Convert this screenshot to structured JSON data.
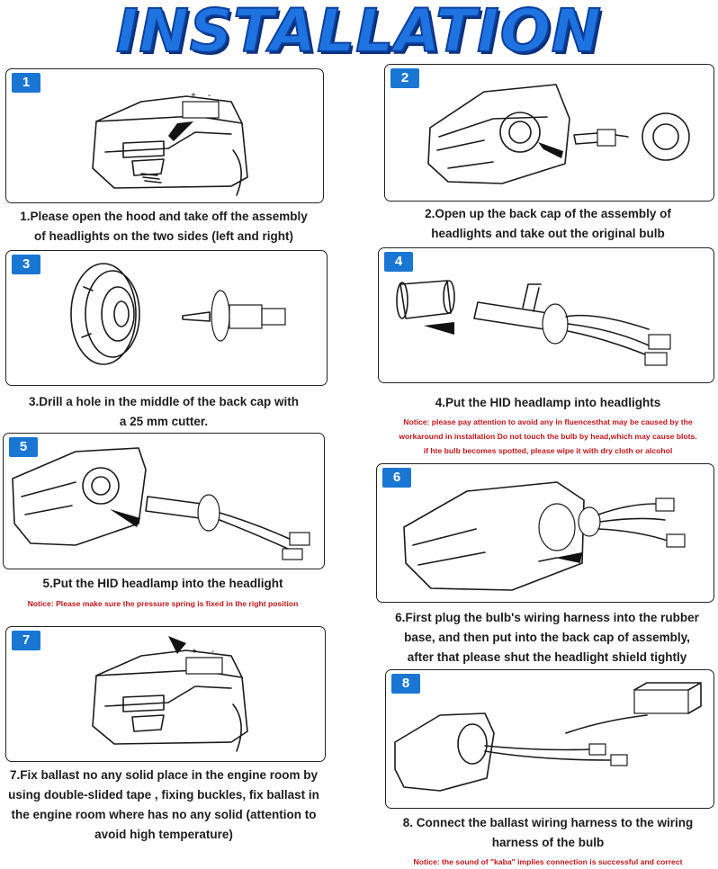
{
  "title": "INSTALLATION",
  "steps": [
    {
      "num": "1",
      "caption": [
        "1.Please open the hood and take off the assembly",
        "of headlights on the two sides (left and right)"
      ]
    },
    {
      "num": "2",
      "caption": [
        "2.Open up the back cap of the assembly of",
        "headlights and take out the original bulb"
      ]
    },
    {
      "num": "3",
      "caption": [
        "3.Drill a hole in the middle of the back cap with",
        "a 25 mm cutter."
      ]
    },
    {
      "num": "4",
      "caption": [
        "4.Put the HID headlamp into headlights"
      ],
      "notice": [
        "Notice:    please pay attention to avoid any in fluencesthat may be caused by the",
        "workaround in installation Do not touch the bulb by head,which may cause blots.",
        "if  hte bulb becomes spotted, please wipe it with dry cloth or alcohol"
      ]
    },
    {
      "num": "5",
      "caption": [
        "5.Put the HID headlamp into the headlight"
      ],
      "notice": [
        "Notice:    Please make sure the pressure spring is fixed in the right position"
      ]
    },
    {
      "num": "6",
      "caption": [
        "6.First plug the bulb's wiring harness into the rubber",
        "base, and then put into the back cap of assembly,",
        "after that please shut the headlight shield tightly"
      ]
    },
    {
      "num": "7",
      "caption": [
        "7.Fix ballast no any solid place in the engine room by",
        "using double-slided tape , fixing buckles, fix ballast in",
        "the engine room where has no any solid (attention to",
        "avoid high temperature)"
      ]
    },
    {
      "num": "8",
      "caption": [
        "8. Connect the ballast wiring harness to the wiring",
        "harness of the bulb"
      ],
      "notice": [
        "Notice:  the sound of \"kaba\" implies connection is successful and correct"
      ]
    }
  ],
  "icons": [
    "car-front-illustration",
    "headlight-assembly-illustration",
    "back-cap-illustration",
    "drill-cutter-illustration",
    "hid-bulb-illustration",
    "ballast-illustration",
    "arrow-icon"
  ]
}
